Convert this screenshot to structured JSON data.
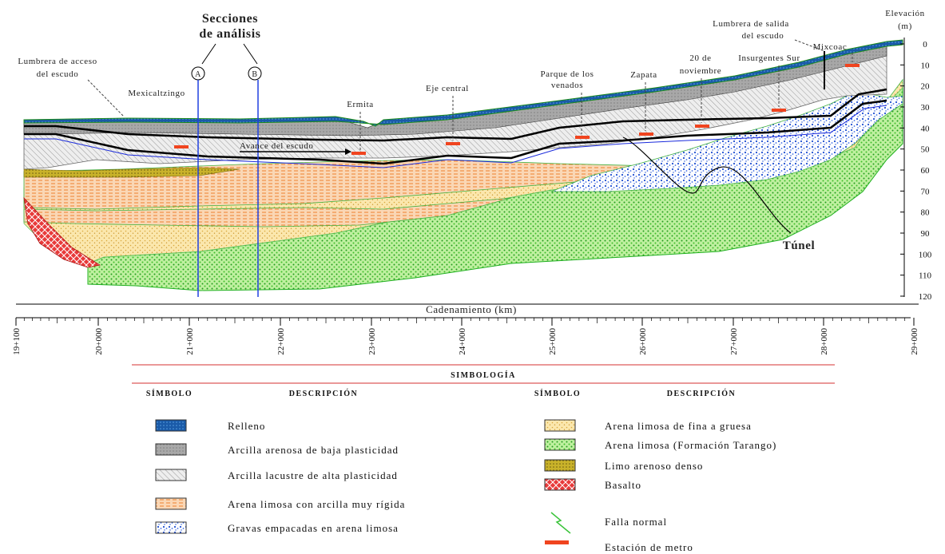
{
  "analysis_sections": {
    "title_line1": "Secciones",
    "title_line2": "de análisis",
    "a": "A",
    "b": "B"
  },
  "elevation_axis": {
    "title_line1": "Elevación",
    "title_line2": "(m)",
    "ticks": [
      "0",
      "10",
      "20",
      "30",
      "40",
      "50",
      "60",
      "70",
      "80",
      "90",
      "100",
      "110",
      "120"
    ]
  },
  "chainage_axis": {
    "title": "Cadenamiento (km)",
    "ticks": [
      "19+100",
      "20+000",
      "21+000",
      "22+000",
      "23+000",
      "24+000",
      "25+000",
      "26+000",
      "27+000",
      "28+000",
      "29+000"
    ]
  },
  "labels": {
    "lumbrera_acceso_1": "Lumbrera de acceso",
    "lumbrera_acceso_2": "del escudo",
    "mexicaltzingo": "Mexicaltzingo",
    "ermita": "Ermita",
    "eje_central": "Eje central",
    "parque_1": "Parque de los",
    "parque_2": "venados",
    "zapata": "Zapata",
    "noviembre_1": "20 de",
    "noviembre_2": "noviembre",
    "insurgentes": "Insurgentes Sur",
    "lumbrera_salida_1": "Lumbrera de salida",
    "lumbrera_salida_2": "del escudo",
    "mixcoac": "Mixcoac",
    "avance": "Avance del escudo",
    "tunel": "Túnel"
  },
  "legend": {
    "title": "SIMBOLOGÍA",
    "col_symbol": "SÍMBOLO",
    "col_description": "DESCRIPCIÓN",
    "items_left": [
      {
        "label": "Relleno",
        "color": "#1a5aa8"
      },
      {
        "label": "Arcilla arenosa de baja plasticidad",
        "color": "#9a9a9a"
      },
      {
        "label": "Arcilla lacustre de alta plasticidad",
        "color": "#d8d8d8"
      },
      {
        "label": "Arena limosa con arcilla muy rígida",
        "color": "#f2b27a"
      },
      {
        "label": "Gravas empacadas en arena limosa",
        "color": "#2f57d8"
      }
    ],
    "items_right": [
      {
        "label": "Arena limosa de fina a gruesa",
        "color": "#fbe8b0"
      },
      {
        "label": "Arena limosa (Formación Tarango)",
        "color": "#6fcf4a"
      },
      {
        "label": "Limo arenoso denso",
        "color": "#b9a21a"
      },
      {
        "label": "Basalto",
        "color": "#e23b3b"
      },
      {
        "label": "Falla normal",
        "color": "#3bc43b"
      },
      {
        "label": "Estación de metro",
        "color": "#f0441f"
      }
    ]
  }
}
